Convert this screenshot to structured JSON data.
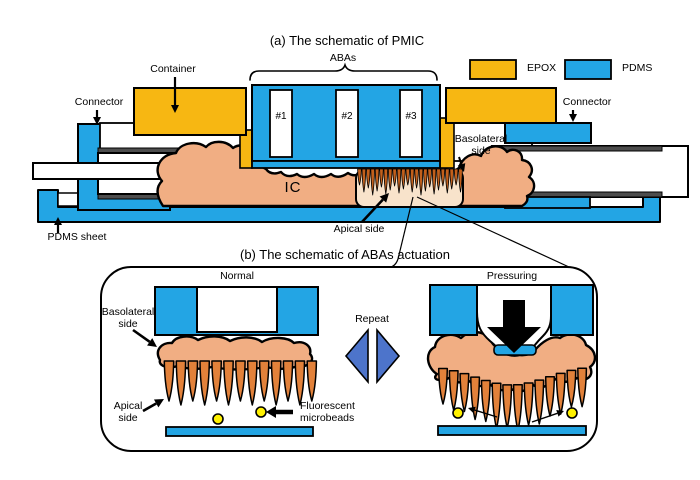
{
  "figure": {
    "panel_a_title": "(a) The schematic of PMIC",
    "panel_b_title": "(b) The schematic of ABAs actuation"
  },
  "legend": {
    "epox_label": "EPOX",
    "pdms_label": "PDMS"
  },
  "panel_a": {
    "container_label": "Container",
    "connector_left_label": "Connector",
    "connector_right_label": "Connector",
    "abas_label": "ABAs",
    "chamber_labels": [
      "#1",
      "#2",
      "#3"
    ],
    "ic_label": "IC",
    "basolateral_label": "Basolateral side",
    "apical_label": "Apical side",
    "pdms_sheet_label": "PDMS sheet"
  },
  "panel_b": {
    "normal_title": "Normal",
    "pressuring_title": "Pressuring",
    "repeat_label": "Repeat",
    "basolateral_label": "Basolateral side",
    "apical_label": "Apical side",
    "microbeads_label": "Fluorescent microbeads"
  },
  "colors": {
    "epox_yellow": "#F7B712",
    "pdms_blue": "#23A5E4",
    "membrane_salmon": "#F1AE83",
    "villi_orange": "#E2813A",
    "fringe_orange": "#C2601C",
    "cavity_tan": "#F8E3CB",
    "repeat_blue": "#4D74CB",
    "bead_yellow": "#FFF100",
    "rail_gray": "#4D4D4D",
    "outline_black": "#000000"
  }
}
